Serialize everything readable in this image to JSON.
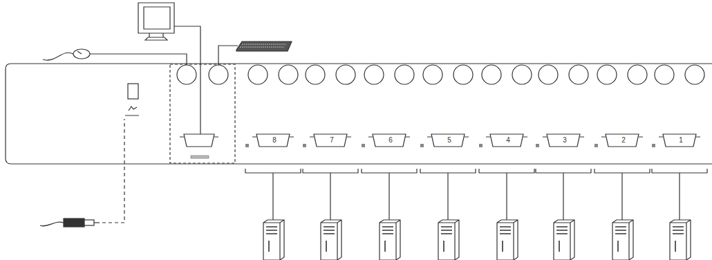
{
  "diagram": {
    "labels": [
      "8",
      "7",
      "6",
      "5",
      "4",
      "3",
      "2",
      "1"
    ]
  }
}
